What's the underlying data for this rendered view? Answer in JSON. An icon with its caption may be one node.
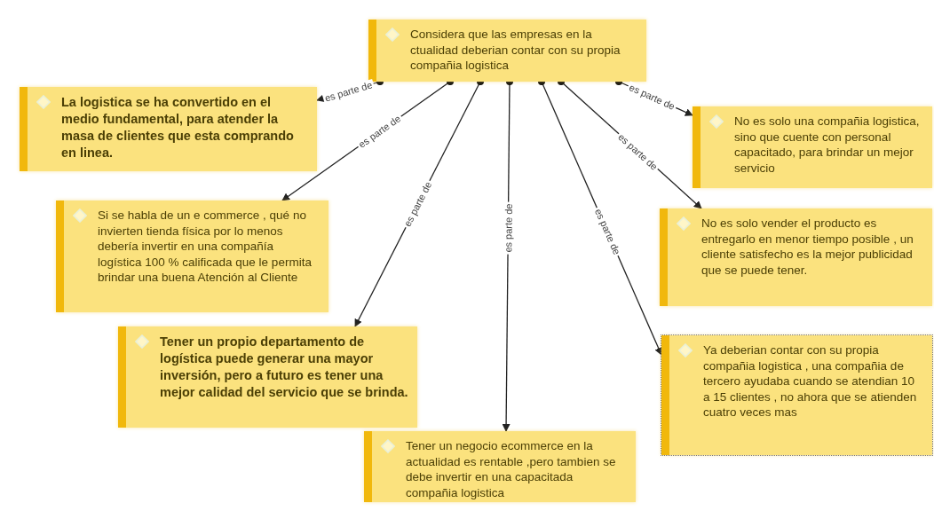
{
  "diagram": {
    "nodes": [
      {
        "text": [
          "Considera que las empresas en la ctualidad deberian contar con su propia compañia logistica"
        ]
      },
      {
        "text": [
          "La logistica se ha convertido en el medio fundamental, para atender la masa de clientes que esta comprando en linea."
        ]
      },
      {
        "text": [
          "Si se habla  de un e commerce , qué no invierten tienda física por lo menos debería invertir en una compañía logística 100 % calificada que le permita brindar una buena Atención al Cliente"
        ]
      },
      {
        "text": [
          "Tener un propio departamento de logística puede generar una mayor inversión, pero a futuro es tener una mejor calidad del servicio que se brinda."
        ]
      },
      {
        "text": [
          "Tener un negocio ecommerce en la actualidad es rentable ,pero tambien se debe invertir en una capacitada compañia logistica"
        ]
      },
      {
        "text": [
          "No es solo una compañia logistica, sino que cuente con personal capacitado, para brindar un mejor servicio"
        ]
      },
      {
        "text": [
          "No es solo vender el producto es entregarlo en menor tiempo posible , un cliente satisfecho es la mejor publicidad que se puede tener."
        ]
      },
      {
        "text": [
          "Ya deberian contar con su propia compañia logistica , una compañia de tercero ayudaba cuando se atendian 10 a 15 clientes , no ahora que se atienden cuatro veces mas"
        ]
      }
    ],
    "edges": [
      {
        "from": 0,
        "to": 1,
        "arrow": "to",
        "label": "es parte de"
      },
      {
        "from": 0,
        "to": 2,
        "arrow": "to",
        "label": "es parte de"
      },
      {
        "from": 0,
        "to": 3,
        "arrow": "to",
        "label": "es parte de"
      },
      {
        "from": 0,
        "to": 4,
        "arrow": "to",
        "label": "es parte de"
      },
      {
        "from": 0,
        "to": 5,
        "arrow": "to",
        "label": "es parte de"
      },
      {
        "from": 0,
        "to": 6,
        "arrow": "to",
        "label": "es parte de"
      },
      {
        "from": 0,
        "to": 7,
        "arrow": "to",
        "label": "es parte de"
      }
    ]
  }
}
